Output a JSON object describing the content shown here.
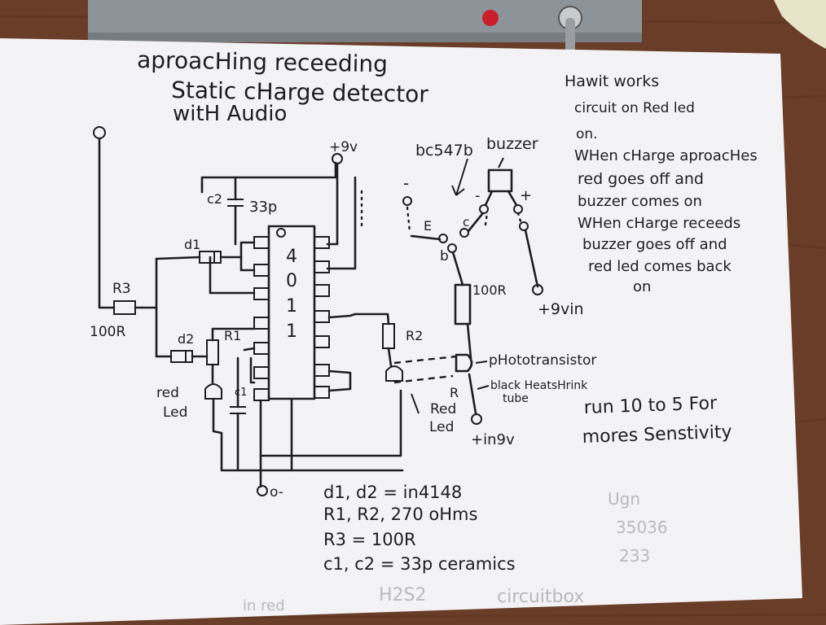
{
  "title": {
    "line1": "aproacHing receeding",
    "line2": "Static cHarge detector",
    "line3": "witH Audio"
  },
  "explanation": [
    "Hawit works",
    "circuit on Red led",
    "on.",
    "WHen cHarge aproacHes",
    "red goes off and",
    "buzzer comes on",
    "WHen cHarge receeds",
    "buzzer goes off and",
    "red led comes back",
    "on"
  ],
  "circuit": {
    "power_positive": "+9v",
    "ic_digits": [
      "4",
      "0",
      "1",
      "1"
    ],
    "c2_label": "c2",
    "c2_value": "33p",
    "c1_label": "c1",
    "d1_label": "d1",
    "d2_label": "d2",
    "r1_label": "R1",
    "r2_label": "R2",
    "r3_label": "R3",
    "r3_value": "100R",
    "red_led_left": [
      "red",
      "Led"
    ],
    "red_led_right": [
      "Red",
      "Led"
    ],
    "ground": "o-",
    "transistor": "bc547b",
    "buzzer": "buzzer",
    "emitter": "E",
    "collector": "c",
    "base": "b",
    "minus_sign": "-",
    "plus_sign": "+",
    "resistor_100r": "100R",
    "plus_9v_in_right": "+9vin",
    "phototransistor": "pHototransistor",
    "heatshrink": [
      "black HeatsHrink",
      "tube"
    ],
    "r_mark": "R",
    "plus_9v_in_bottom": "+in9v"
  },
  "tip": [
    "run 10 to 5 For",
    "mores Senstivity"
  ],
  "parts_list": [
    "d1, d2 = in4148",
    "R1, R2, 270 oHms",
    "R3 = 100R",
    "c1, c2 = 33p    ceramics"
  ],
  "faint_text": [
    "Ugn",
    "35036",
    "233",
    "H2S2",
    "circuitbox",
    "in red"
  ],
  "colors": {
    "table": "#6b3f2a",
    "paper": "#f3f3f6",
    "ink": "#1e1e22",
    "device_box": "#8d9499",
    "indicator": "#c81f2a"
  }
}
